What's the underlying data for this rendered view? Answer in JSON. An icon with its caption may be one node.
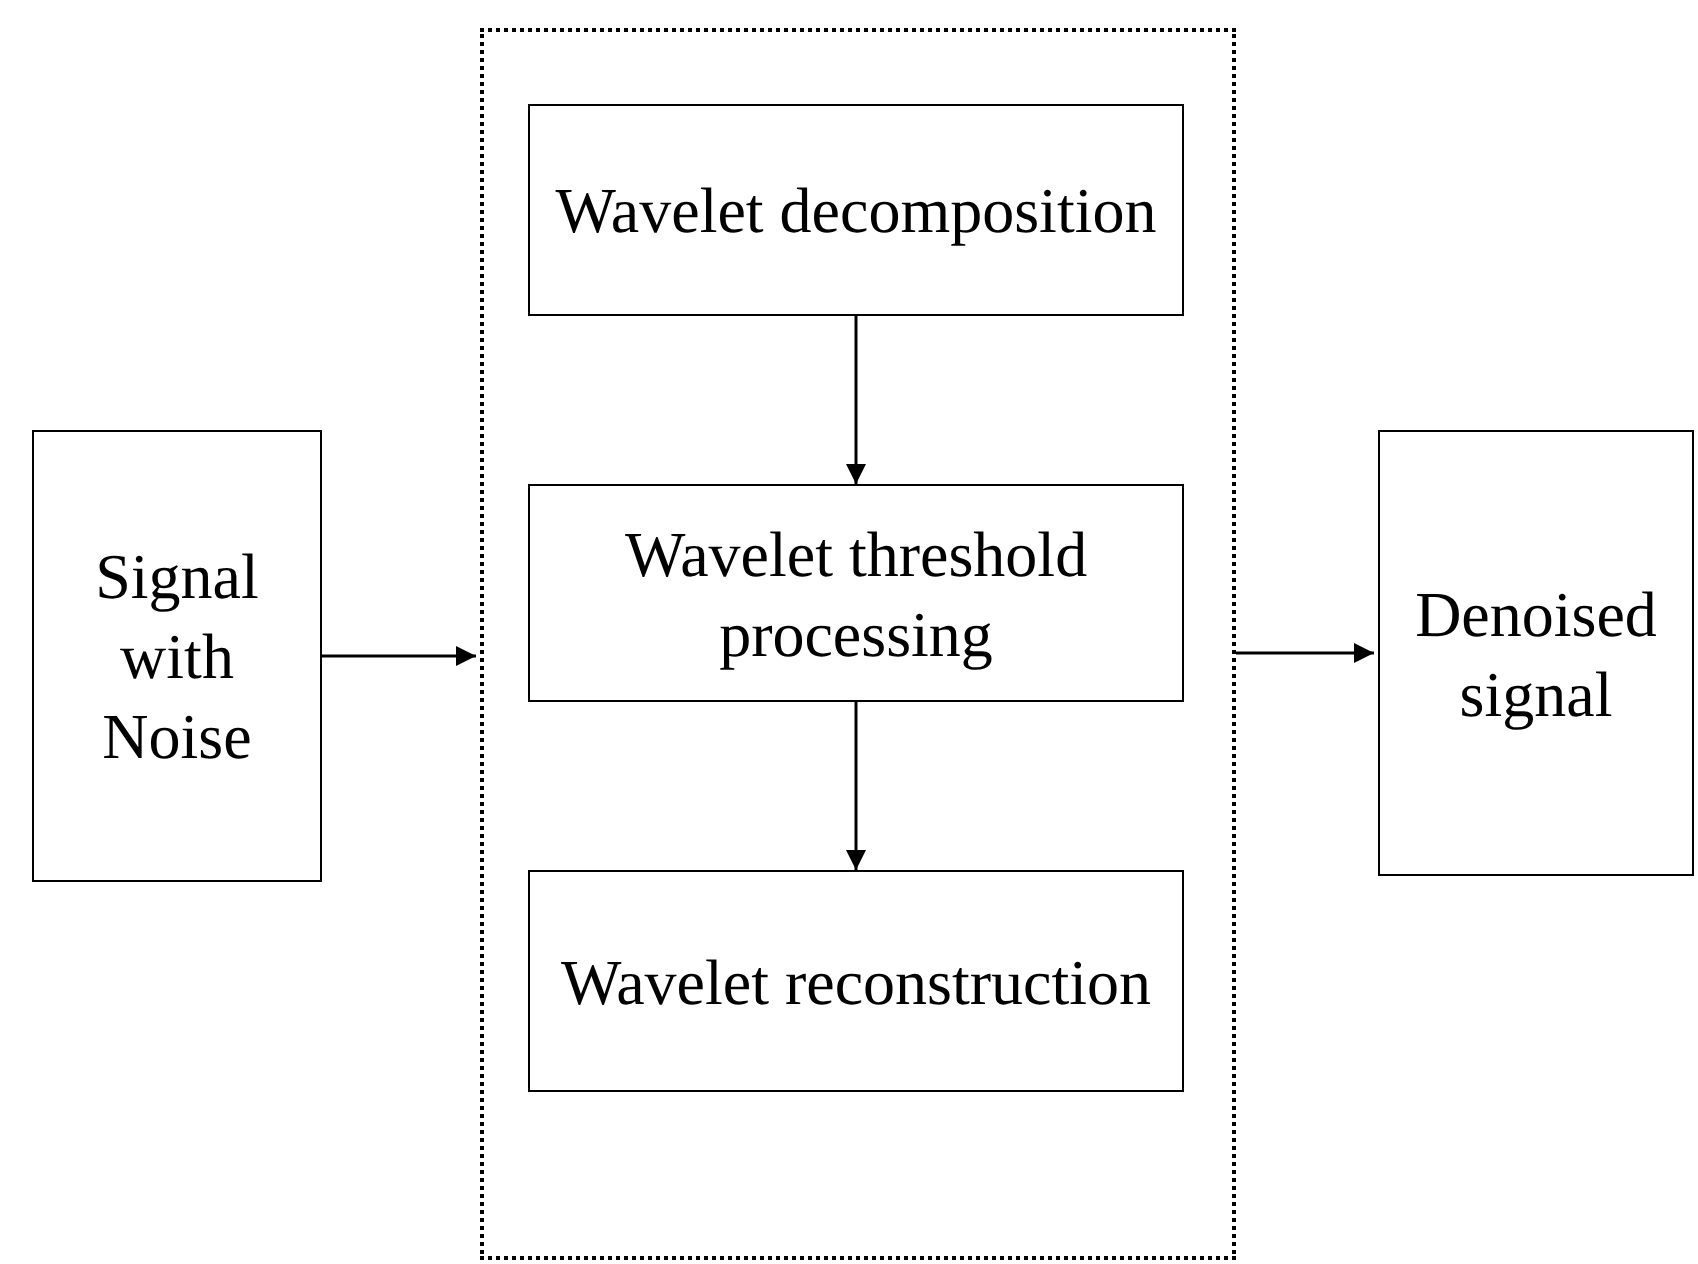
{
  "diagram": {
    "nodes": [
      {
        "text": [
          "Signal with Noise"
        ]
      },
      {
        "text": [],
        "shape": "box"
      },
      {
        "text": [
          "Wavelet decomposition"
        ],
        "in": 1
      },
      {
        "text": [
          "Wavelet threshold processing"
        ],
        "in": 1
      },
      {
        "text": [
          "Wavelet reconstruction"
        ],
        "in": 1
      },
      {
        "text": [
          "Denoised signal"
        ]
      }
    ],
    "edges": [
      {
        "from": 0,
        "to": 1,
        "arrow": "to"
      },
      {
        "from": 1,
        "to": 5,
        "arrow": "to"
      },
      {
        "from": 2,
        "to": 3,
        "arrow": "to"
      },
      {
        "from": 3,
        "to": 4,
        "arrow": "to"
      }
    ]
  }
}
